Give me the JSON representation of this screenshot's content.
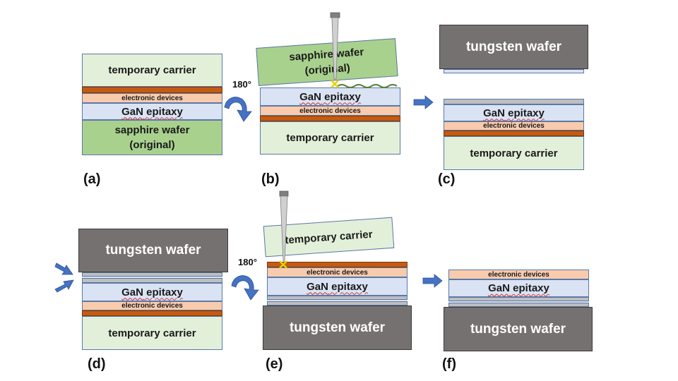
{
  "layers": {
    "temporary_carrier": "temporary carrier",
    "electronic_devices": "electronic devices",
    "gan_epitaxy": "GaN epitaxy",
    "sapphire_line1": "sapphire wafer",
    "sapphire_line2": "(original)",
    "tungsten_wafer": "tungsten wafer"
  },
  "rotation": "180°",
  "panels": {
    "a": "(a)",
    "b": "(b)",
    "c": "(c)",
    "d": "(d)",
    "e": "(e)",
    "f": "(f)"
  },
  "colors": {
    "temporary_carrier": "#e3f0d9",
    "sapphire": "#a9d18e",
    "gan": "#dae3f3",
    "devices": "#f8cbad",
    "bond_layer": "#c55a11",
    "tungsten": "#767171",
    "arrow": "#4472c4",
    "laser_mark": "#ffff00"
  },
  "icons": [
    "curved-rotate-arrow-icon",
    "right-arrow-icon",
    "laser-probe-icon",
    "laser-spot-icon"
  ]
}
